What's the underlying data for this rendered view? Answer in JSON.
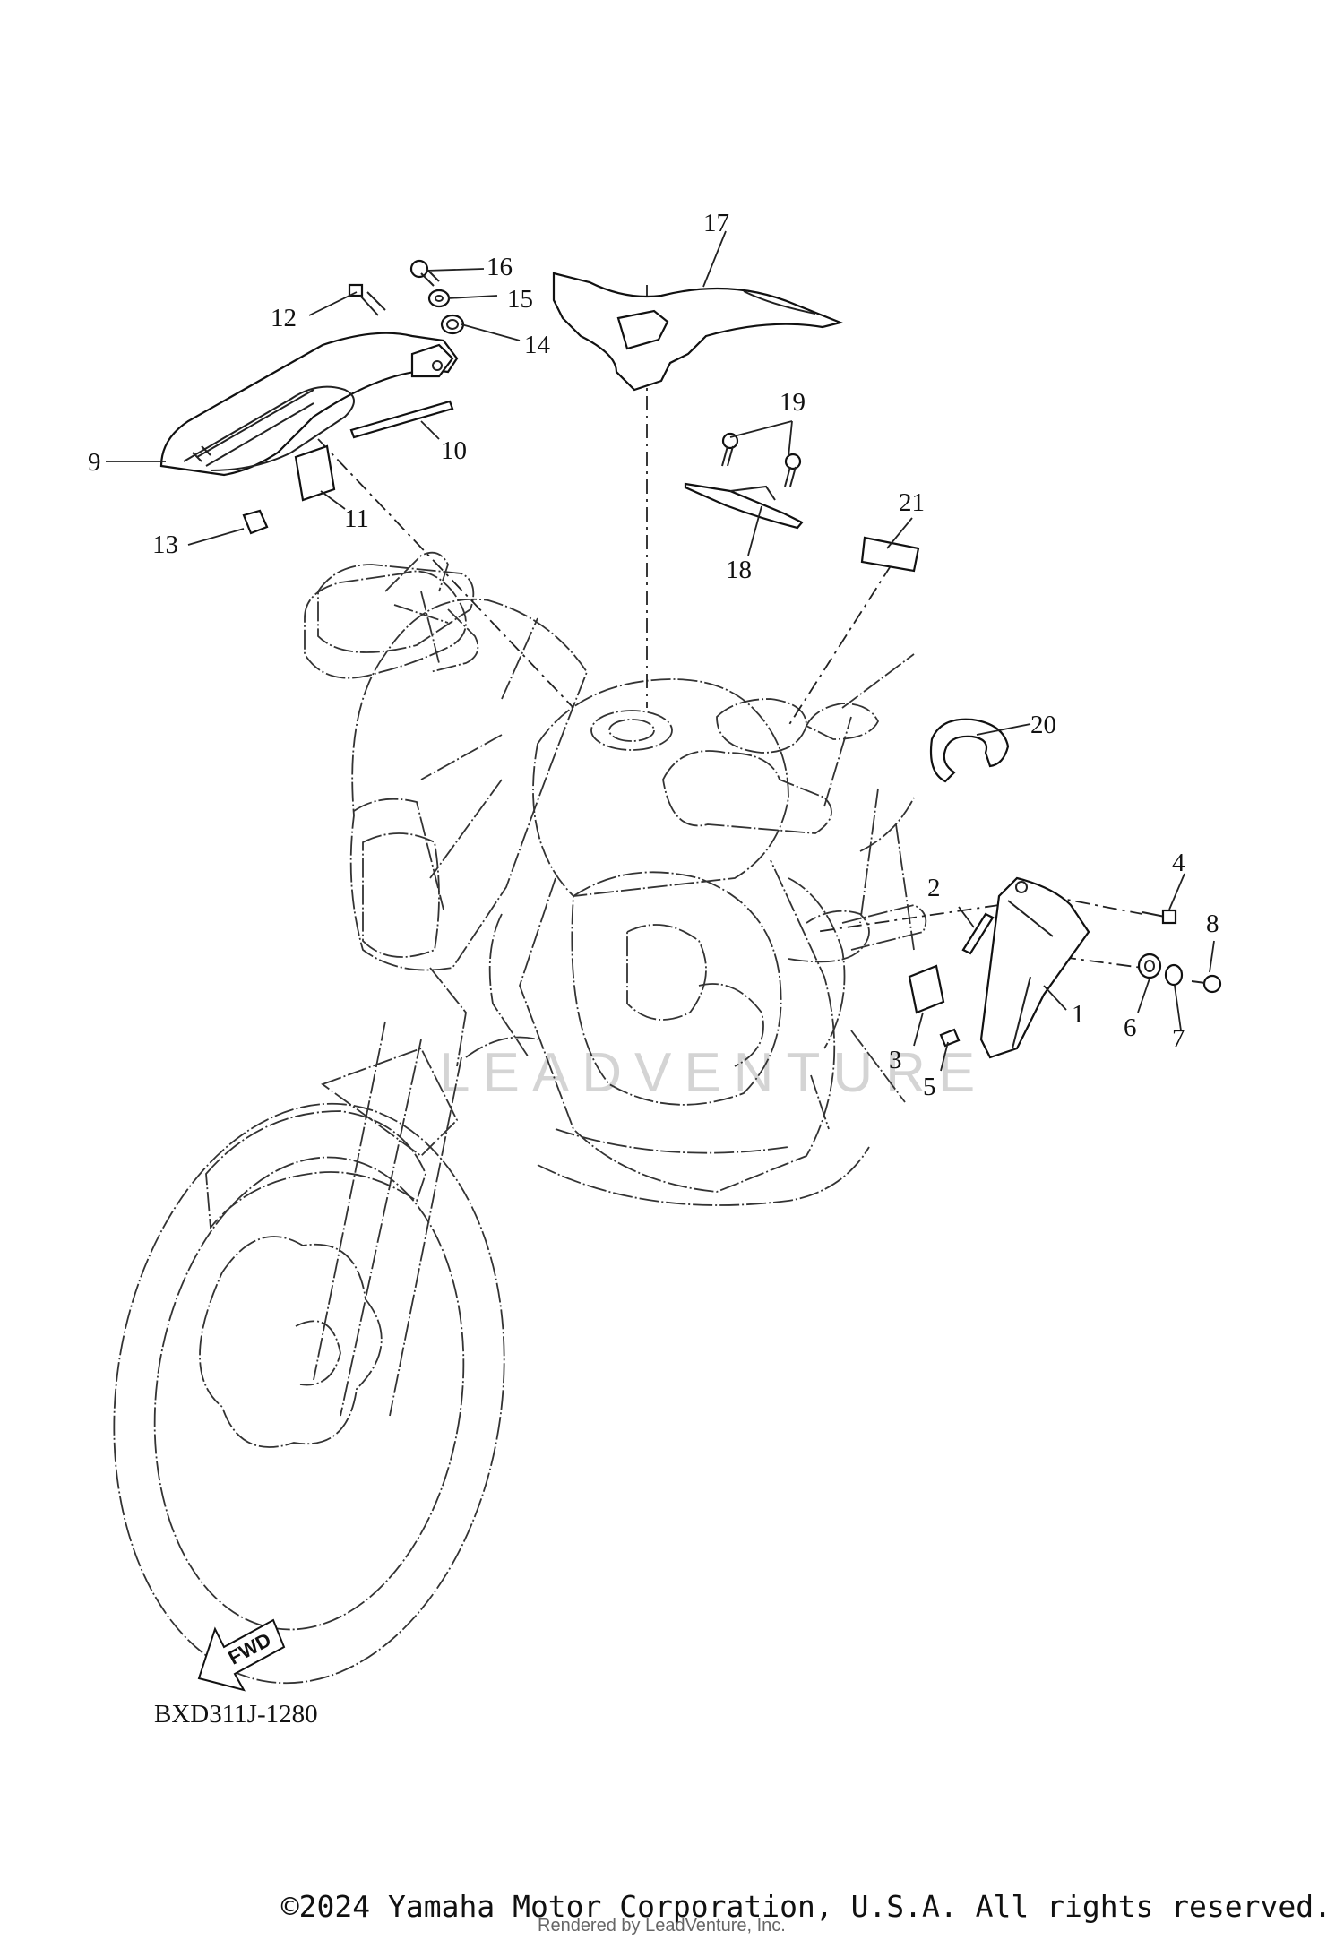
{
  "diagram": {
    "callouts": [
      {
        "id": "1",
        "text": "1"
      },
      {
        "id": "2",
        "text": "2"
      },
      {
        "id": "3",
        "text": "3"
      },
      {
        "id": "4",
        "text": "4"
      },
      {
        "id": "5",
        "text": "5"
      },
      {
        "id": "6",
        "text": "6"
      },
      {
        "id": "7",
        "text": "7"
      },
      {
        "id": "8",
        "text": "8"
      },
      {
        "id": "9",
        "text": "9"
      },
      {
        "id": "10",
        "text": "10"
      },
      {
        "id": "11",
        "text": "11"
      },
      {
        "id": "12",
        "text": "12"
      },
      {
        "id": "13",
        "text": "13"
      },
      {
        "id": "14",
        "text": "14"
      },
      {
        "id": "15",
        "text": "15"
      },
      {
        "id": "16",
        "text": "16"
      },
      {
        "id": "17",
        "text": "17"
      },
      {
        "id": "18",
        "text": "18"
      },
      {
        "id": "19",
        "text": "19"
      },
      {
        "id": "20",
        "text": "20"
      },
      {
        "id": "21",
        "text": "21"
      }
    ],
    "diagram_code": "BXD311J-1280",
    "fwd_label": "FWD",
    "watermark": "LEADVENTURE"
  },
  "footer": {
    "copyright": "©2024 Yamaha Motor Corporation, U.S.A. All rights reserved.",
    "rendered_by": "Rendered by LeadVenture, Inc."
  }
}
